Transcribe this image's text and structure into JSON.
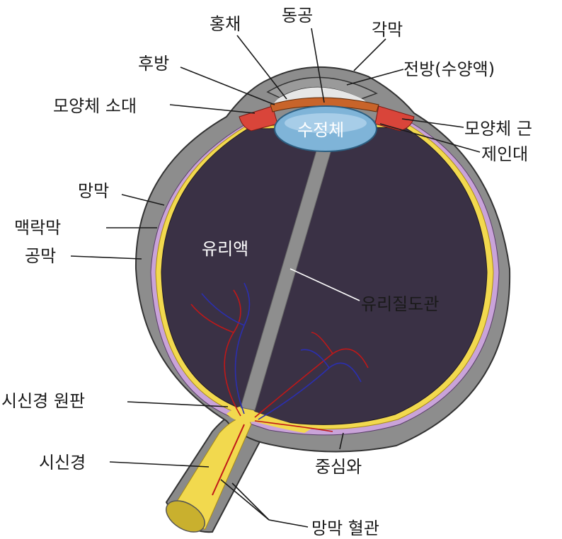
{
  "labels": {
    "iris": "홍채",
    "pupil": "동공",
    "cornea": "각막",
    "posterior_chamber": "후방",
    "anterior_chamber": "전방(수양액)",
    "zonular_fibers": "모양체 소대",
    "lens": "수정체",
    "ciliary_muscle": "모양체 근",
    "suspensory_ligament": "제인대",
    "retina": "망막",
    "choroid": "맥락막",
    "sclera": "공막",
    "vitreous_humor": "유리액",
    "hyaloid_canal": "유리질도관",
    "optic_disc": "시신경 원판",
    "optic_nerve": "시신경",
    "fovea": "중심와",
    "retinal_vessels": "망막 혈관"
  },
  "colors": {
    "sclera": "#888888",
    "choroid": "#c9a3d9",
    "retina": "#f2d94e",
    "vitreous": "#3a3145",
    "lens": "#7fb4d8",
    "iris": "#c8642a",
    "ciliary": "#d9453a",
    "canal": "#8e8e8e",
    "artery": "#c01818",
    "vein": "#2b2fb0"
  }
}
